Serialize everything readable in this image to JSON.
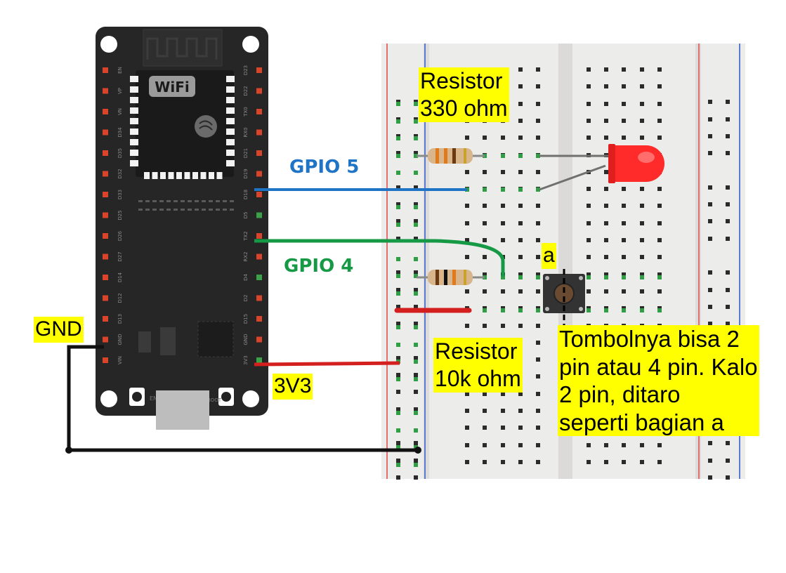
{
  "esp32_board": {
    "wifi_logo_text": "WiFi",
    "left_pins": [
      "EN",
      "VP",
      "VN",
      "D34",
      "D35",
      "D32",
      "D33",
      "D25",
      "D26",
      "D27",
      "D14",
      "D12",
      "D13",
      "GND",
      "VIN"
    ],
    "right_pins": [
      "D23",
      "D22",
      "TX0",
      "RX0",
      "D21",
      "D19",
      "D18",
      "D5",
      "TX2",
      "RX2",
      "D4",
      "D2",
      "D15",
      "GND",
      "3V3"
    ],
    "buttons": [
      "EN",
      "BOOT"
    ]
  },
  "labels": {
    "gpio5": "GPIO 5",
    "gpio4": "GPIO 4",
    "gnd": "GND",
    "v3v3": "3V3",
    "resistor_330_line1": "Resistor",
    "resistor_330_line2": "330 ohm",
    "resistor_10k_line1": "Resistor",
    "resistor_10k_line2": "10k ohm",
    "button_marker": "a",
    "button_note": [
      "Tombolnya bisa 2",
      "pin atau 4 pin. Kalo",
      "2 pin, ditaro",
      "seperti bagian a"
    ]
  },
  "colors": {
    "label_highlight": "#ffff00",
    "gpio5_wire": "#1f74c6",
    "gpio4_wire": "#159944",
    "power_wire": "#d41f1f",
    "ground_wire": "#111111",
    "led": "#ff2a2a",
    "board": "#262626",
    "breadboard": "#eceae8"
  },
  "icons": {
    "esp32_chip": "espressif-logo-icon",
    "led": "led-icon",
    "push_button": "push-button-icon"
  }
}
